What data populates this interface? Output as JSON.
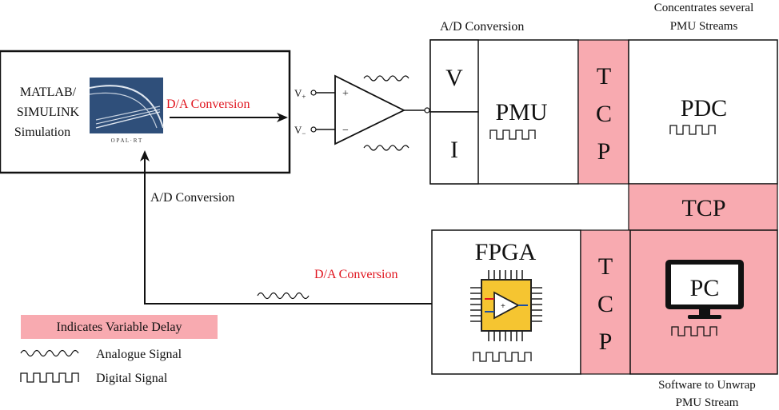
{
  "labels": {
    "ad_conversion_top": "A/D Conversion",
    "concentrates": "Concentrates several",
    "pmu_streams": "PMU Streams",
    "matlab_line1": "MATLAB/",
    "matlab_line2": "SIMULINK",
    "matlab_line3": "Simulation",
    "opal_rt": "O P A L · R T",
    "da_conversion_top": "D/A Conversion",
    "v_plus": "V",
    "v_plus_sub": "+",
    "v_minus": "V",
    "v_minus_sub": "−",
    "opamp_plus": "+",
    "opamp_minus": "−",
    "v_box": "V",
    "i_box": "I",
    "pmu": "PMU",
    "tcp_vertical_1": [
      "T",
      "C",
      "P"
    ],
    "pdc": "PDC",
    "tcp_horizontal": "TCP",
    "ad_conversion_left": "A/D Conversion",
    "fpga": "FPGA",
    "da_conversion_bottom": "D/A Conversion",
    "tcp_vertical_2": [
      "T",
      "C",
      "P"
    ],
    "pc": "PC",
    "software_line1": "Software to Unwrap",
    "software_line2": "PMU Stream"
  },
  "legend": {
    "variable_delay": "Indicates Variable Delay",
    "analogue": "Analogue Signal",
    "digital": "Digital Signal"
  },
  "colors": {
    "delay_fill": "#f8aab0",
    "accent_red": "#e0141e",
    "chip_yellow": "#f5c531",
    "opal_blue": "#2f4f7a"
  }
}
